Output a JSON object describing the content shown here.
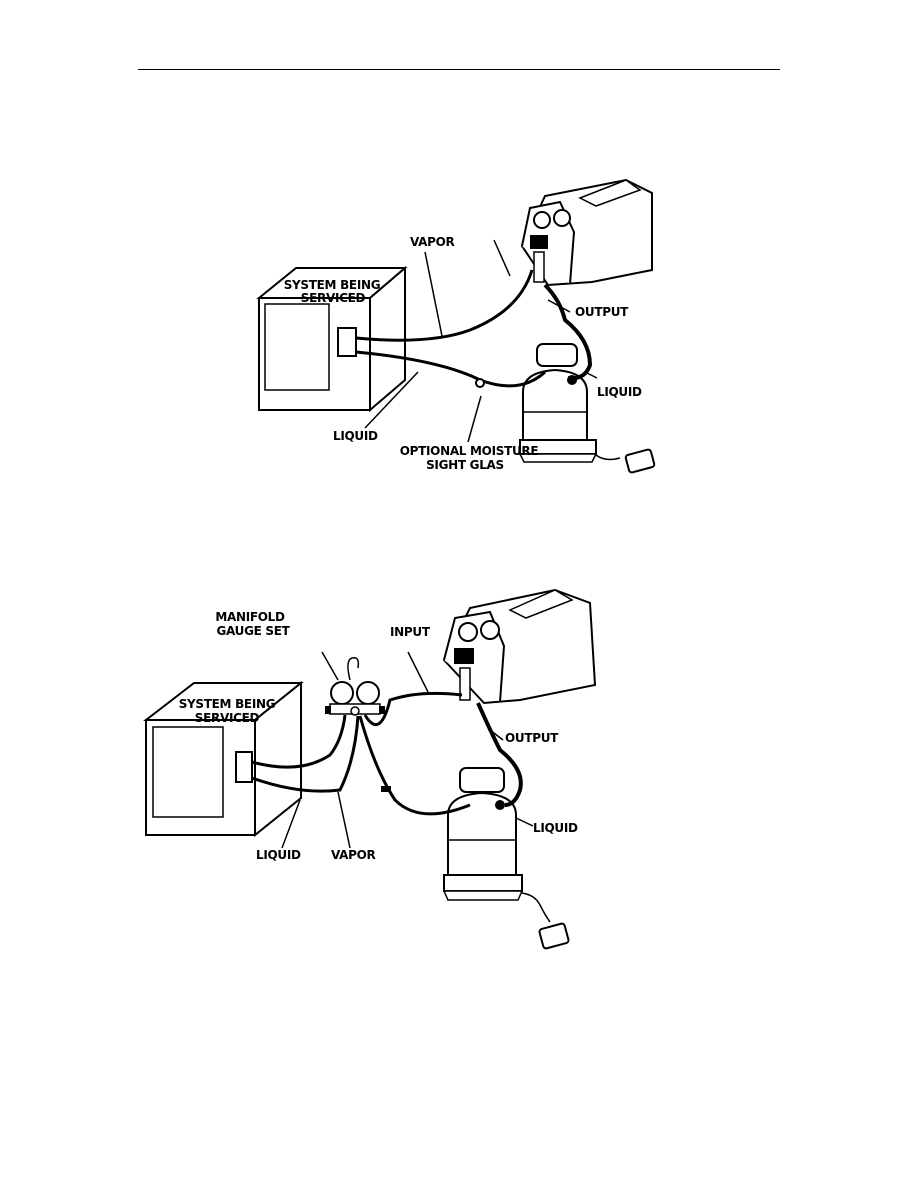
{
  "diagram1": {
    "labels": {
      "vapor": "VAPOR",
      "system1": "SYSTEM BEING",
      "system2": "SERVICED",
      "output": "OUTPUT",
      "liquid_tank": "LIQUID",
      "liquid_system": "LIQUID",
      "moisture1": "OPTIONAL MOISTURE",
      "moisture2": "SIGHT GLAS"
    }
  },
  "diagram2": {
    "labels": {
      "manifold1": "MANIFOLD",
      "manifold2": "GAUGE SET",
      "input": "INPUT",
      "system1": "SYSTEM BEING",
      "system2": "SERVICED",
      "output": "OUTPUT",
      "liquid_tank": "LIQUID",
      "liquid_system": "LIQUID",
      "vapor": "VAPOR"
    }
  }
}
